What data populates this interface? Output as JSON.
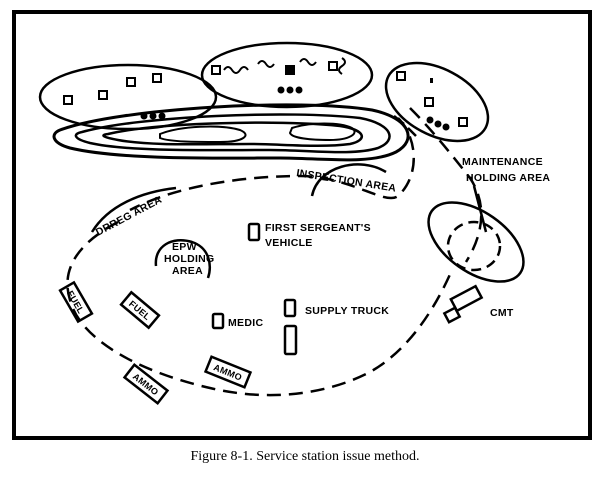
{
  "diagram": {
    "labels": {
      "drreg_area": "DRREG AREA",
      "inspection_area": "INSPECTION AREA",
      "maintenance_line1": "MAINTENANCE",
      "maintenance_line2": "HOLDING AREA",
      "first_sergeant_line1": "FIRST SERGEANT'S",
      "first_sergeant_line2": "VEHICLE",
      "epw_line1": "EPW",
      "epw_line2": "HOLDING",
      "epw_line3": "AREA",
      "medic": "MEDIC",
      "supply_truck": "SUPPLY TRUCK",
      "cmt": "CMT",
      "fuel_1": "FUEL",
      "fuel_2": "FUEL",
      "ammo_1": "AMMO",
      "ammo_2": "AMMO"
    }
  },
  "caption": "Figure 8-1.  Service station issue method."
}
